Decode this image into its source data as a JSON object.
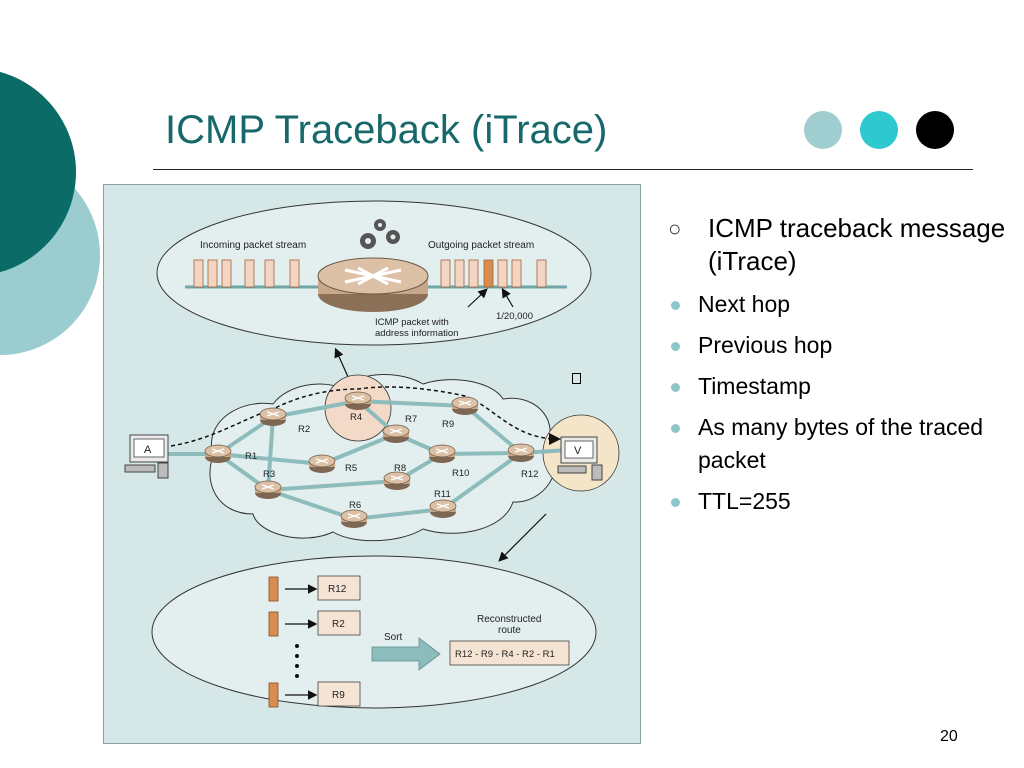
{
  "slide": {
    "title": "ICMP Traceback (iTrace)",
    "page_number": "20",
    "colors": {
      "title": "#17686a",
      "deco_dark": "#0b6b66",
      "deco_light": "#9bcdd0",
      "dot1": "#9fcdd0",
      "dot2": "#2ec8cf",
      "dot3": "#000000"
    }
  },
  "bullets": {
    "main": "ICMP traceback message (iTrace)",
    "items": [
      "Next hop",
      "Previous hop",
      "Timestamp",
      "As many bytes of the traced packet",
      "TTL=255"
    ]
  },
  "diagram": {
    "top": {
      "incoming_label": "Incoming packet stream",
      "outgoing_label": "Outgoing packet stream",
      "icmp_label_line1": "ICMP packet with",
      "icmp_label_line2": "address information",
      "ratio_label": "1/20,000"
    },
    "network": {
      "host_a": "A",
      "host_v": "V",
      "routers": [
        "R1",
        "R2",
        "R3",
        "R4",
        "R5",
        "R6",
        "R7",
        "R8",
        "R9",
        "R10",
        "R11",
        "R12"
      ]
    },
    "bottom": {
      "boxes": [
        "R12",
        "R2",
        "R9"
      ],
      "sort_label": "Sort",
      "reconstructed_line1": "Reconstructed",
      "reconstructed_line2": "route",
      "route": "R12 - R9 - R4 - R2 - R1"
    },
    "colors": {
      "background": "#d6e7e7",
      "router": "#c9a889",
      "link": "#8dbcbc",
      "packet": "#f2d5c2",
      "marked_packet": "#d98c4f"
    }
  }
}
